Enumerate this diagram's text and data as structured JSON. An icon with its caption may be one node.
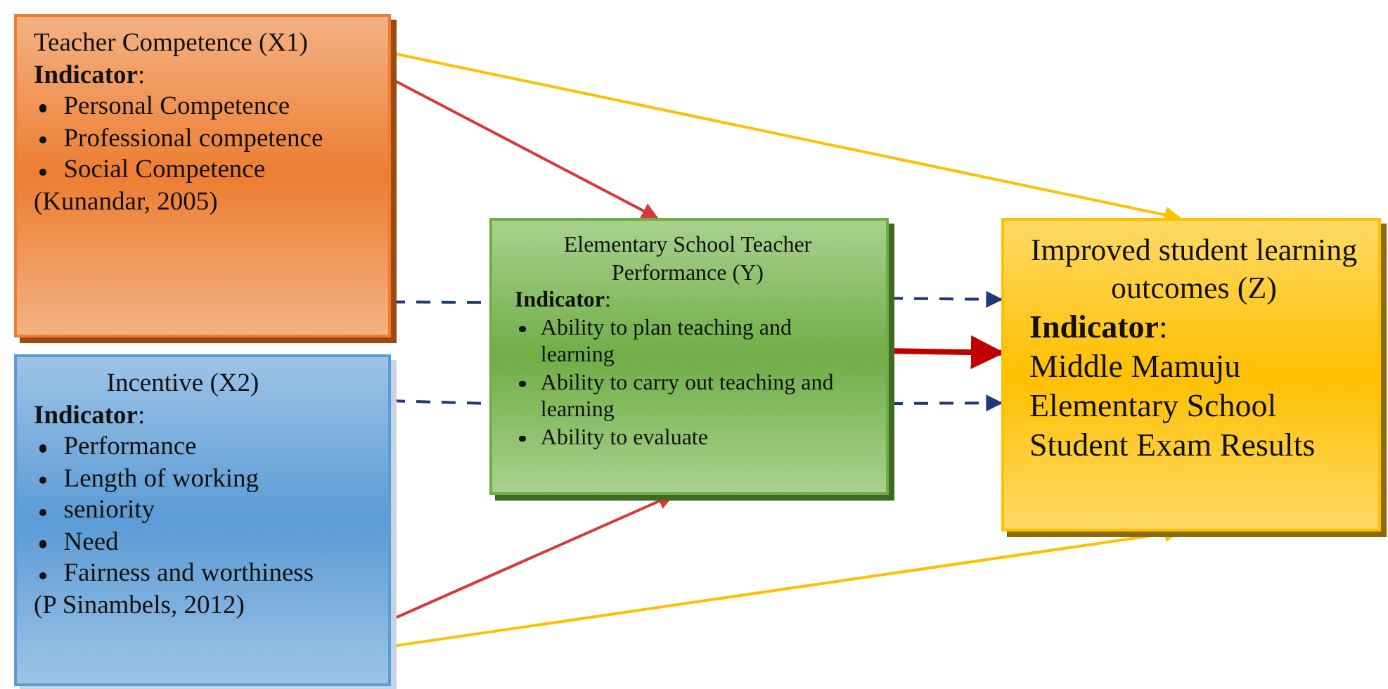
{
  "diagram": {
    "nodes": [
      {
        "text": [
          "Teacher Competence (X1)",
          "**Indicator**:",
          "Personal Competence",
          "Professional competence",
          "Social Competence",
          "(Kunandar, 2005)"
        ]
      },
      {
        "text": [
          "Incentive (X2)",
          "**Indicator**:",
          "Performance",
          "Length of working",
          "seniority",
          "Need",
          "Fairness and worthiness",
          "(P Sinambels, 2012)"
        ]
      },
      {
        "text": [
          "Elementary School Teacher Performance (Y)",
          "**Indicator**:",
          "Ability to plan teaching and learning",
          "Ability to carry out teaching and learning",
          "Ability to evaluate"
        ]
      },
      {
        "text": [
          "Improved student learning outcomes (Z)",
          "**Indicator**:",
          "Middle Mamuju Elementary School Student Exam Results"
        ]
      }
    ],
    "edges": [
      {
        "from": 0,
        "to": 2,
        "arrow": "to",
        "color": "#d9383a"
      },
      {
        "from": 0,
        "to": 3,
        "arrow": "to",
        "color": "#ffc000"
      },
      {
        "from": 0,
        "to": 2,
        "arrow": "none",
        "style": "dashed",
        "color": "#1f3a7a"
      },
      {
        "from": 2,
        "to": 3,
        "arrow": "to",
        "style": "dashed",
        "color": "#1f3a7a"
      },
      {
        "from": 1,
        "to": 2,
        "arrow": "none",
        "style": "dashed",
        "color": "#1f3a7a"
      },
      {
        "from": 2,
        "to": 3,
        "arrow": "to",
        "style": "dashed",
        "color": "#1f3a7a"
      },
      {
        "from": 2,
        "to": 3,
        "arrow": "to",
        "style": "thick",
        "color": "#c00000"
      },
      {
        "from": 1,
        "to": 2,
        "arrow": "to",
        "color": "#d9383a"
      },
      {
        "from": 1,
        "to": 3,
        "arrow": "to",
        "color": "#ffc000"
      }
    ]
  }
}
